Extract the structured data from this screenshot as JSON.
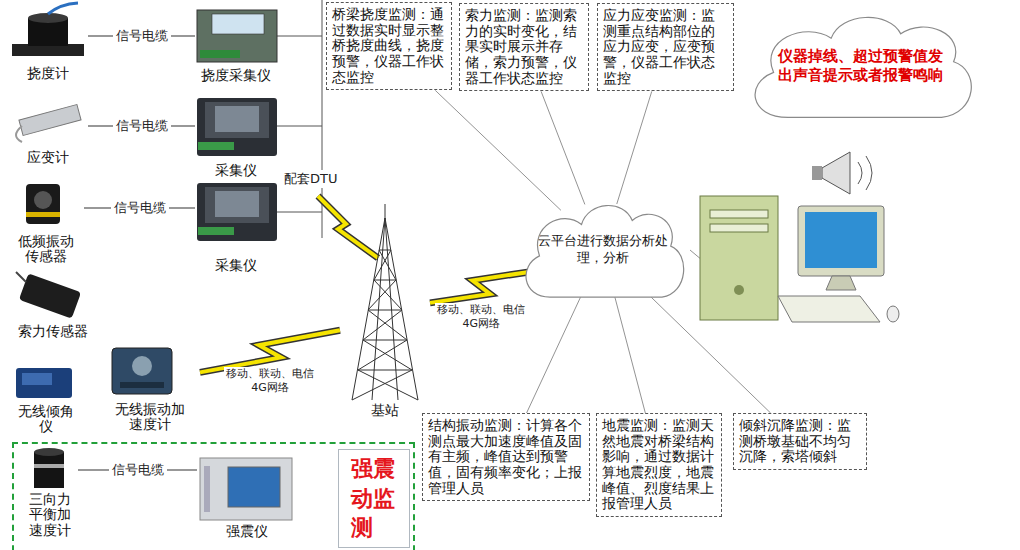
{
  "diagram": {
    "nodes": [
      {
        "text": [
          "桥梁挠度监测：通过数据实时显示整桥挠度曲线，挠度预警，仪器工作状态监控"
        ]
      },
      {
        "text": [
          "索力监测：监测索力的实时变化，结果实时展示并存储，索力预警，仪器工作状态监控"
        ]
      },
      {
        "text": [
          "应力应变监测：监测重点结构部位的应力应变，应变预警，仪器工作状态监控"
        ]
      },
      {
        "text": [
          "仪器掉线、超过预警值发出声音提示或者报警鸣响"
        ]
      },
      {
        "text": [
          "挠度计"
        ]
      },
      {
        "text": [
          "挠度采集仪"
        ]
      },
      {
        "text": [
          "应变计"
        ]
      },
      {
        "text": [
          "采集仪"
        ]
      },
      {
        "text": [
          "低频振动传感器"
        ]
      },
      {
        "text": [
          "采集仪"
        ]
      },
      {
        "text": [
          "云平台进行数据分析处理，分析"
        ]
      },
      {
        "text": [
          "索力传感器"
        ]
      },
      {
        "text": [
          "无线倾角仪"
        ]
      },
      {
        "text": [
          "无线振动加速度计"
        ]
      },
      {
        "text": [
          "基站"
        ]
      },
      {
        "text": [
          "结构振动监测：计算各个测点最大加速度峰值及固有主频，峰值达到预警值，固有频率变化；上报管理人员"
        ]
      },
      {
        "text": [
          "地震监测：监测天然地震对桥梁结构影响，通过数据计算地震烈度，地震峰值、烈度结果上报管理人员"
        ]
      },
      {
        "text": [
          "倾斜沉降监测：监测桥墩基础不均匀沉降，索塔倾斜"
        ]
      },
      {
        "text": [
          "强震动监测"
        ]
      },
      {
        "text": [
          "三向力平衡加速度计"
        ],
        "in": 18
      },
      {
        "text": [
          "强震仪"
        ],
        "in": 18
      }
    ],
    "edges": [
      {
        "from": 4,
        "to": 5,
        "label": "信号电缆",
        "arrow": "none"
      },
      {
        "from": 6,
        "to": 7,
        "label": "信号电缆",
        "arrow": "none"
      },
      {
        "from": 8,
        "to": 9,
        "label": "信号电缆",
        "arrow": "none"
      },
      {
        "from": 19,
        "to": 20,
        "label": "信号电缆",
        "arrow": "none"
      },
      {
        "from": 13,
        "to": 14,
        "label": "移动、联动、电信 4G网络",
        "arrow": "none"
      },
      {
        "from": 14,
        "to": 10,
        "label": "移动、联动、电信 4G网络",
        "arrow": "none"
      },
      {
        "from": 10,
        "to": 0,
        "arrow": "none"
      },
      {
        "from": 10,
        "to": 1,
        "arrow": "none"
      },
      {
        "from": 10,
        "to": 2,
        "arrow": "none"
      },
      {
        "from": 10,
        "to": 15,
        "arrow": "none"
      },
      {
        "from": 10,
        "to": 16,
        "arrow": "none"
      },
      {
        "from": 10,
        "to": 17,
        "arrow": "none"
      }
    ],
    "labels": [
      "配套DTU"
    ]
  }
}
